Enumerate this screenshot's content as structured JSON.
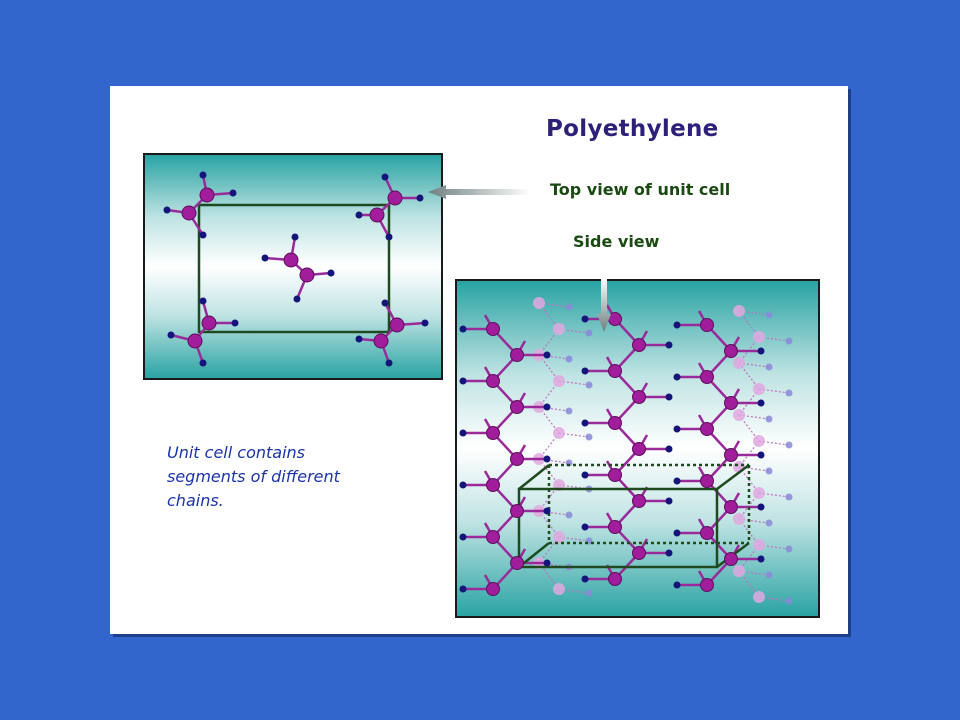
{
  "slide": {
    "title": "Polyethylene",
    "top_view_label": "Top view of unit cell",
    "side_view_label": "Side view",
    "caption_lines": [
      "Unit cell contains",
      "segments of different",
      "chains."
    ]
  },
  "colors": {
    "background": "#3366cc",
    "carbon": "#a21d9c",
    "hydrogen": "#14147a",
    "cell_edge": "#1f4a1f",
    "title": "#2e1f78",
    "label": "#1a4a12",
    "caption": "#1a33a8"
  }
}
